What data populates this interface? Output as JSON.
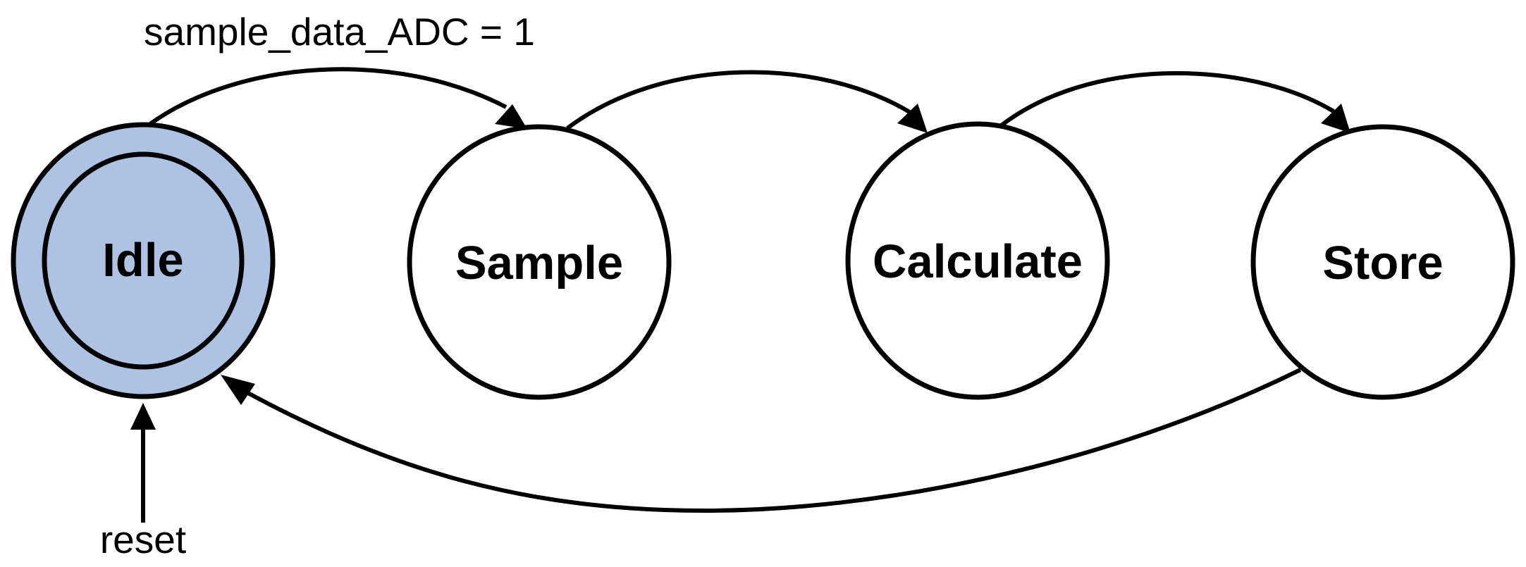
{
  "diagram": {
    "type": "state-machine",
    "colors": {
      "initial_state_fill": "#aec3e3",
      "state_fill": "#ffffff",
      "stroke": "#000000"
    },
    "states": [
      {
        "id": "idle",
        "label": "Idle",
        "initial": true
      },
      {
        "id": "sample",
        "label": "Sample",
        "initial": false
      },
      {
        "id": "calculate",
        "label": "Calculate",
        "initial": false
      },
      {
        "id": "store",
        "label": "Store",
        "initial": false
      }
    ],
    "transitions": [
      {
        "from": "idle",
        "to": "sample",
        "label": "sample_data_ADC = 1"
      },
      {
        "from": "sample",
        "to": "calculate",
        "label": ""
      },
      {
        "from": "calculate",
        "to": "store",
        "label": ""
      },
      {
        "from": "store",
        "to": "idle",
        "label": ""
      }
    ],
    "reset": {
      "to": "idle",
      "label": "reset"
    }
  }
}
